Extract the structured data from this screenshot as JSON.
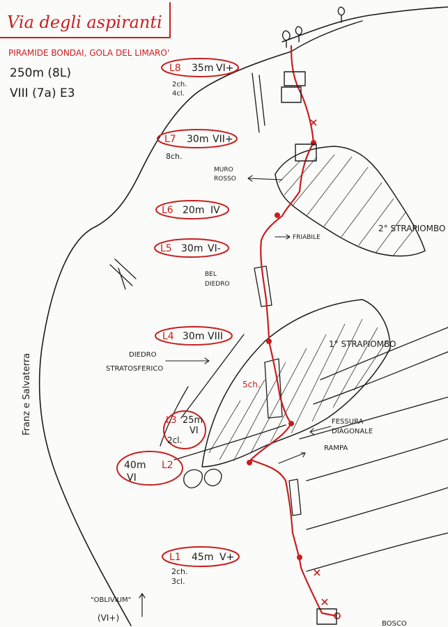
{
  "header": {
    "title": "Via degli aspiranti",
    "location": "PIRAMIDE BONDAI, GOLA DEL LIMARO'",
    "length": "250m (8L)",
    "grade": "VIII (7a) E3"
  },
  "pitches": [
    {
      "id": "L8",
      "pitch": "L8",
      "length": "35m",
      "grade": "VI+",
      "notes": [
        "2ch.",
        "4cl."
      ]
    },
    {
      "id": "L7",
      "pitch": "L7",
      "length": "30m",
      "grade": "VII+",
      "notes": [
        "8ch."
      ]
    },
    {
      "id": "L6",
      "pitch": "L6",
      "length": "20m",
      "grade": "IV",
      "notes": []
    },
    {
      "id": "L5",
      "pitch": "L5",
      "length": "30m",
      "grade": "VI-",
      "notes": []
    },
    {
      "id": "L4",
      "pitch": "L4",
      "length": "30m",
      "grade": "VIII",
      "notes": []
    },
    {
      "id": "L3",
      "pitch": "L3",
      "length": "25m",
      "grade": "VI",
      "notes": [
        "2cl."
      ]
    },
    {
      "id": "L2",
      "pitch": "L2",
      "length": "40m",
      "grade": "VI",
      "notes": []
    },
    {
      "id": "L1",
      "pitch": "L1",
      "length": "45m",
      "grade": "V+",
      "notes": [
        "2ch.",
        "3cl."
      ]
    }
  ],
  "features": {
    "muro_rosso": [
      "MURO",
      "ROSSO"
    ],
    "secondo_strapiombo": "2° STRAPIOMBO",
    "friabile": "FRIABILE",
    "bel_diedro": [
      "BEL",
      "DIEDRO"
    ],
    "primo_strapiombo": "1° STRAPIOMBO",
    "diedro_stratosferico": [
      "DIEDRO",
      "STRATOSFERICO"
    ],
    "five_ch": "5ch.",
    "fessura_diagonale": [
      "FESSURA",
      "DIAGONALE"
    ],
    "rampa": "RAMPA",
    "bosco": "BOSCO",
    "oblivium": [
      "\"OBLIVIUM\"",
      "(VI+)"
    ],
    "side_label": "Franz e Salvaterra"
  },
  "colors": {
    "route": "#c81e1e",
    "ink": "#1b1b1b",
    "paper": "#fbfbf9"
  }
}
